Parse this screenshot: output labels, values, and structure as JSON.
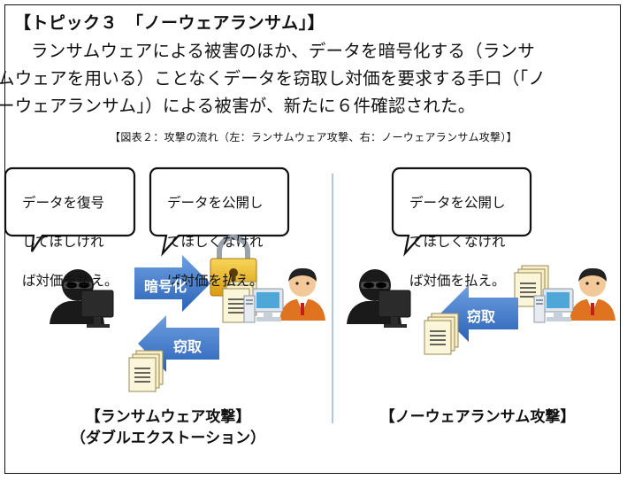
{
  "topic": {
    "title": "【トピック３　「ノーウェアランサム」】",
    "paragraph_lines": [
      "ランサムウェアによる被害のほか、データを暗号化する（ランサ",
      "ムウェアを用いる）ことなくデータを窃取し対価を要求する手口（「ノ",
      "ーウェアランサム」）による被害が、新たに６件確認された。"
    ]
  },
  "figure": {
    "caption": "【図表２：攻撃の流れ（左：ランサムウェア攻撃、右：ノーウェアランサム攻撃）】",
    "left_panel": {
      "bubble_restore": [
        "データを復号",
        "してほしけれ",
        "ば対価を払え。"
      ],
      "bubble_publish": [
        "データを公開し",
        "てほしくなけれ",
        "ば対価を払え。"
      ],
      "arrow_encrypt": "暗号化",
      "arrow_steal": "窃取",
      "label_line1": "【ランサムウェア攻撃】",
      "label_line2": "（ダブルエクストーション）"
    },
    "right_panel": {
      "bubble_publish": [
        "データを公開し",
        "てほしくなけれ",
        "ば対価を払え。"
      ],
      "arrow_steal": "窃取",
      "label": "【ノーウェアランサム攻撃】"
    }
  },
  "colors": {
    "arrow_blue": "#2f6fc4",
    "arrow_blue_light": "#6e9fe0",
    "lock_gold": "#e8b320",
    "document": "#f7efc8",
    "hacker": "#1a1a1a",
    "victim_shirt": "#e0731f"
  }
}
